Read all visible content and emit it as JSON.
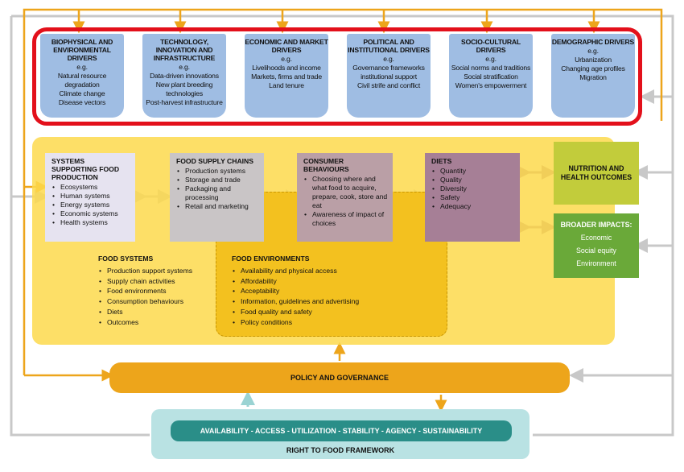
{
  "colors": {
    "driver_fill": "#9fbde3",
    "driver_frame": "#e3101b",
    "food_systems": "#fdd94c",
    "food_environments": "#f3c11f",
    "orange_arrow": "#eda51b",
    "grey_arrow": "#c8c8c8",
    "diets_arrow": "#a67f96",
    "nutrition": "#c2cc3b",
    "broader": "#6aa939",
    "policy": "#eda51b",
    "right_to_food": "#b9e2e3",
    "pillars": "#2a8e88"
  },
  "drivers": [
    {
      "title": "Biophysical and environmental drivers",
      "eg": "e.g.",
      "examples": "Natural resource\ndegradation\nClimate change\nDisease vectors"
    },
    {
      "title": "Technology, innovation and infrastructure",
      "eg": "e.g.",
      "examples": "Data-driven innovations\nNew plant breeding\ntechnologies\nPost-harvest infrastructure"
    },
    {
      "title": "Economic and market drivers",
      "eg": "e.g.",
      "examples": "Livelihoods and income\nMarkets, firms and trade\nLand tenure"
    },
    {
      "title": "Political and institutional drivers",
      "eg": "e.g.",
      "examples": "Governance frameworks\ninstitutional support\nCivil strife and conflict"
    },
    {
      "title": "Socio-cultural drivers",
      "eg": "e.g.",
      "examples": "Social norms and traditions\nSocial stratification\nWomen's empowerment"
    },
    {
      "title": "Demographic drivers",
      "eg": "e.g.",
      "examples": "Urbanization\nChanging age profiles\nMigration"
    }
  ],
  "production": {
    "title": "Systems supporting food production",
    "items": [
      "Ecosystems",
      "Human systems",
      "Energy systems",
      "Economic systems",
      "Health systems"
    ]
  },
  "supply": {
    "title": "Food supply chains",
    "items": [
      "Production systems",
      "Storage and trade",
      "Packaging and processing",
      "Retail and marketing"
    ]
  },
  "consumer": {
    "title": "Consumer behaviours",
    "items": [
      "Choosing where and what food to acquire, prepare, cook, store and eat",
      "Awareness of impact of choices"
    ]
  },
  "diets": {
    "title": "Diets",
    "items": [
      "Quantity",
      "Quality",
      "Diversity",
      "Safety",
      "Adequacy"
    ]
  },
  "nutrition": {
    "title": "Nutrition and health outcomes"
  },
  "broader": {
    "title": "Broader impacts:",
    "items": [
      "Economic",
      "Social equity",
      "Environment"
    ]
  },
  "food_systems": {
    "title": "Food systems",
    "items": [
      "Production support systems",
      "Supply chain activities",
      "Food environments",
      "Consumption behaviours",
      "Diets",
      "Outcomes"
    ]
  },
  "food_environments": {
    "title": "Food environments",
    "items": [
      "Availability and physical access",
      "Affordability",
      "Acceptability",
      "Information, guidelines and advertising",
      "Food quality and safety",
      "Policy conditions"
    ]
  },
  "policy": {
    "label": "Policy and governance"
  },
  "right_to_food": {
    "pillars": "Availability - Access - Utilization - Stability - Agency - Sustainability",
    "label": "Right to food framework"
  }
}
